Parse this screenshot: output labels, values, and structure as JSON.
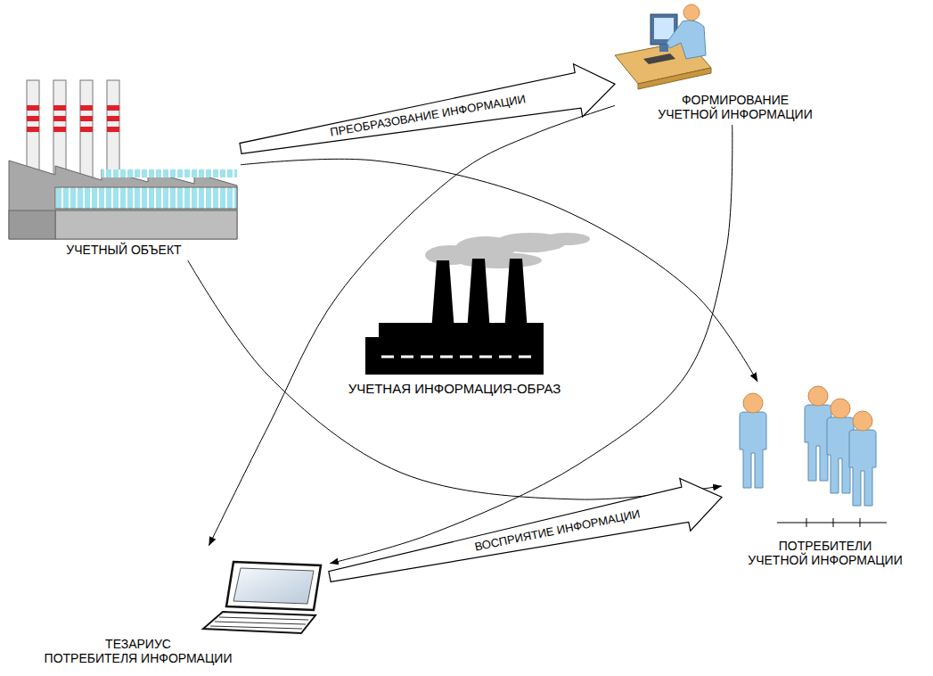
{
  "diagram": {
    "nodes": [
      {
        "text": [
          "УЧЕТНЫЙ ОБЪЕКТ"
        ]
      },
      {
        "text": [
          "ФОРМИРОВАНИЕ УЧЕТНОЙ ИНФОРМАЦИИ"
        ]
      },
      {
        "text": [
          "УЧЕТНАЯ ИНФОРМАЦИЯ-ОБРАЗ"
        ]
      },
      {
        "text": [
          "ПОТРЕБИТЕЛИ УЧЕТНОЙ ИНФОРМАЦИИ"
        ]
      },
      {
        "text": [
          "ТЕЗАРИУС ПОТРЕБИТЕЛЯ ИНФОРМАЦИИ"
        ]
      }
    ],
    "edges": [
      {
        "from": 0,
        "to": 1,
        "label": "ПРЕОБРАЗОВАНИЕ ИНФОРМАЦИИ",
        "arrow": "to"
      },
      {
        "from": 0,
        "to": 3,
        "arrow": "to"
      },
      {
        "from": 0,
        "to": 3,
        "arrow": "to"
      },
      {
        "from": 1,
        "to": 4,
        "arrow": "to"
      },
      {
        "from": 1,
        "to": 4,
        "arrow": "to"
      },
      {
        "from": 4,
        "to": 3,
        "label": "ВОСПРИЯТИЕ ИНФОРМАЦИИ",
        "arrow": "to"
      }
    ]
  }
}
